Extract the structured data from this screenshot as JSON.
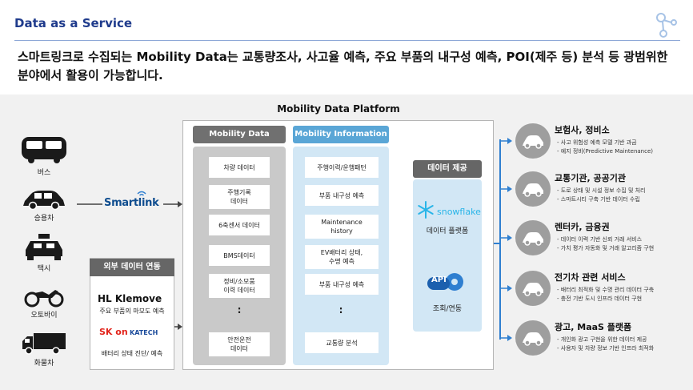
{
  "header": {
    "title": "Data as a Service"
  },
  "headline": "스마트링크로 수집되는 Mobility Data는 교통량조사, 사고율 예측, 주요 부품의 내구성 예측, POI(제주 등) 분석 등 광범위한 분야에서 활용이 가능합니다.",
  "vehicles": [
    {
      "label": "버스",
      "icon": "bus-icon"
    },
    {
      "label": "승용차",
      "icon": "car-icon"
    },
    {
      "label": "택시",
      "icon": "taxi-icon"
    },
    {
      "label": "오토바이",
      "icon": "motorcycle-icon"
    },
    {
      "label": "화물차",
      "icon": "truck-icon"
    }
  ],
  "smartlink": "Smartlink",
  "external": {
    "title": "외부 데이터 연동",
    "klemove": "HL Klemove",
    "klemove_desc": "주요 부품의 마모도 예측",
    "sk": "SK on",
    "katech": "KATECH",
    "battery_desc": "배터리 상태 진단/ 예측"
  },
  "platform": {
    "title": "Mobility Data Platform",
    "data_head": "Mobility Data",
    "info_head": "Mobility Information",
    "data_items": [
      "차량 데이터",
      "주행기록\n데이터",
      "6축센서 데이터",
      "BMS데이터",
      "정비/소모품\n이력 데이터",
      ":",
      "안전운전\n데이터"
    ],
    "info_items": [
      "주행이력/운행패턴",
      "부품 내구성 예측",
      "Maintenance\nhistory",
      "EV배터리 상태,\n수명 예측",
      "부품 내구성 예측",
      ":",
      "교통량 분석"
    ]
  },
  "service": {
    "title": "데이터 제공",
    "snowflake": "snowflake",
    "platform_label": "데이터 플랫폼",
    "api": "API",
    "api_label": "조회/연동"
  },
  "categories": [
    {
      "title": "보험사, 정비소",
      "icon": "crash-car-icon",
      "bullets": [
        "- 사고 위험성 예측 모델 기반 과금",
        "- 예지 정비(Predictive Maintenance)"
      ]
    },
    {
      "title": "교통기관, 공공기관",
      "icon": "traffic-car-icon",
      "bullets": [
        "- 도로 상태 및 시설 정보 수집 및 처리",
        "- 스마트시티 구축 기반 데이터 수립"
      ]
    },
    {
      "title": "렌터카, 금융권",
      "icon": "car-key-icon",
      "bullets": [
        "- 데이터 이력 기반 신뢰 거래 서비스",
        "- 가치 평가 자동화 및 거래 알고리즘 구현"
      ]
    },
    {
      "title": "전기차 관련 서비스",
      "icon": "ev-car-icon",
      "bullets": [
        "- 배터리 최적화 및 수명 관리 데이터 구축",
        "- 충전 기반 도시 인프라 데이터 구현"
      ]
    },
    {
      "title": "광고, MaaS 플랫폼",
      "icon": "megaphone-icon",
      "bullets": [
        "- 개인화 광고 구현을 위한 데이터 제공",
        "- 사용자 및 차량 정보 기반 인프라 최적화"
      ]
    }
  ],
  "colors": {
    "brand_blue": "#1f3b8c",
    "accent_blue": "#2f7fd0",
    "info_blue": "#5aa6d6",
    "data_gray": "#707070"
  }
}
